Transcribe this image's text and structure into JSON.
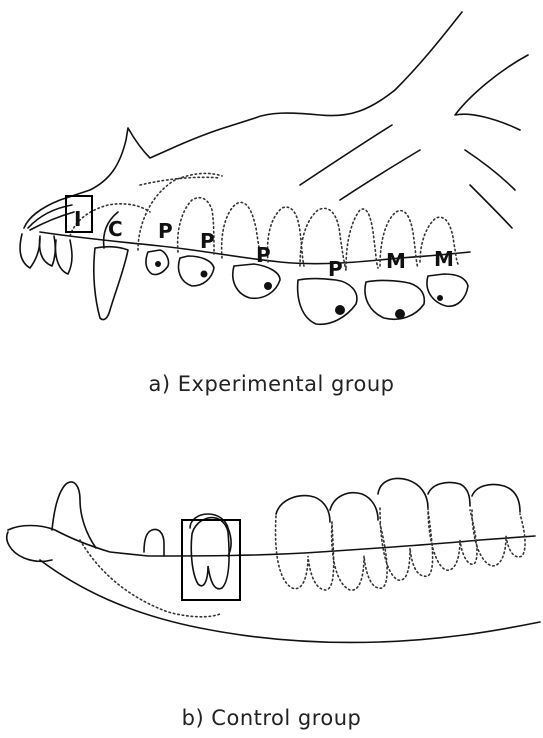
{
  "panels": [
    {
      "caption": "a) Experimental group",
      "tooth_labels": [
        "I",
        "C",
        "P",
        "P",
        "P",
        "P",
        "M",
        "M"
      ]
    },
    {
      "caption": "b) Control group"
    }
  ],
  "colors": {
    "line": "#111111",
    "dotted": "#333333",
    "highlight_box": "#000000"
  }
}
